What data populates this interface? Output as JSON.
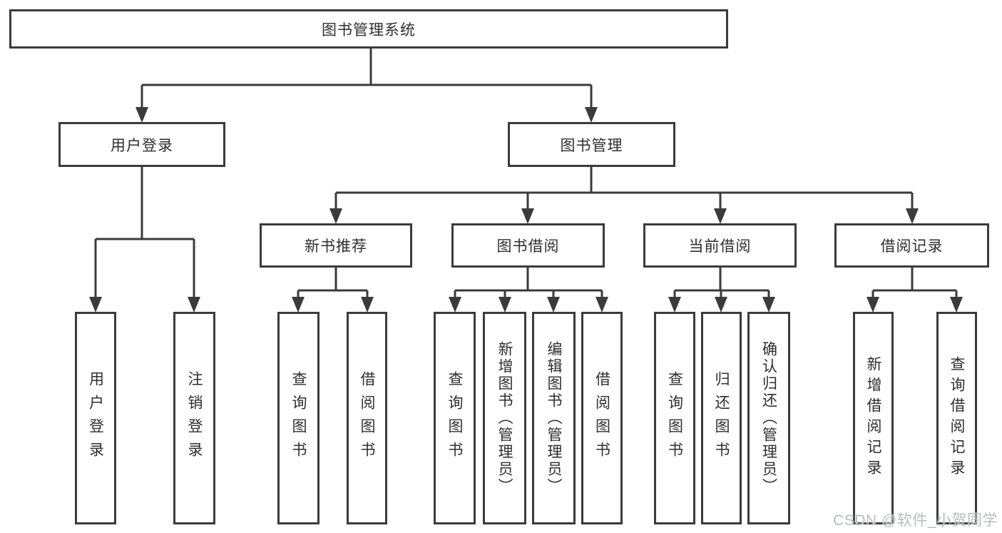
{
  "colors": {
    "line": "#3b3b3b",
    "box_border": "#3b3b3b",
    "box_background": "#ffffff",
    "text": "#2e2e2e",
    "watermark": "#b7bbc2"
  },
  "watermark": {
    "text": "CSDN @软件_小贺同学"
  },
  "tree": {
    "root": {
      "label": "图书管理系统"
    },
    "branches": [
      {
        "label": "用户登录",
        "children": [
          {
            "label": "用户登录"
          },
          {
            "label": "注销登录"
          }
        ]
      },
      {
        "label": "图书管理",
        "sections": [
          {
            "label": "新书推荐",
            "children": [
              {
                "label": "查询图书"
              },
              {
                "label": "借阅图书"
              }
            ]
          },
          {
            "label": "图书借阅",
            "children": [
              {
                "label": "查询图书"
              },
              {
                "label": "新增图书（管理员）"
              },
              {
                "label": "编辑图书（管理员）"
              },
              {
                "label": "借阅图书"
              }
            ]
          },
          {
            "label": "当前借阅",
            "children": [
              {
                "label": "查询图书"
              },
              {
                "label": "归还图书"
              },
              {
                "label": "确认归还（管理员）"
              }
            ]
          },
          {
            "label": "借阅记录",
            "children": [
              {
                "label": "新增借阅记录"
              },
              {
                "label": "查询借阅记录"
              }
            ]
          }
        ]
      }
    ]
  }
}
